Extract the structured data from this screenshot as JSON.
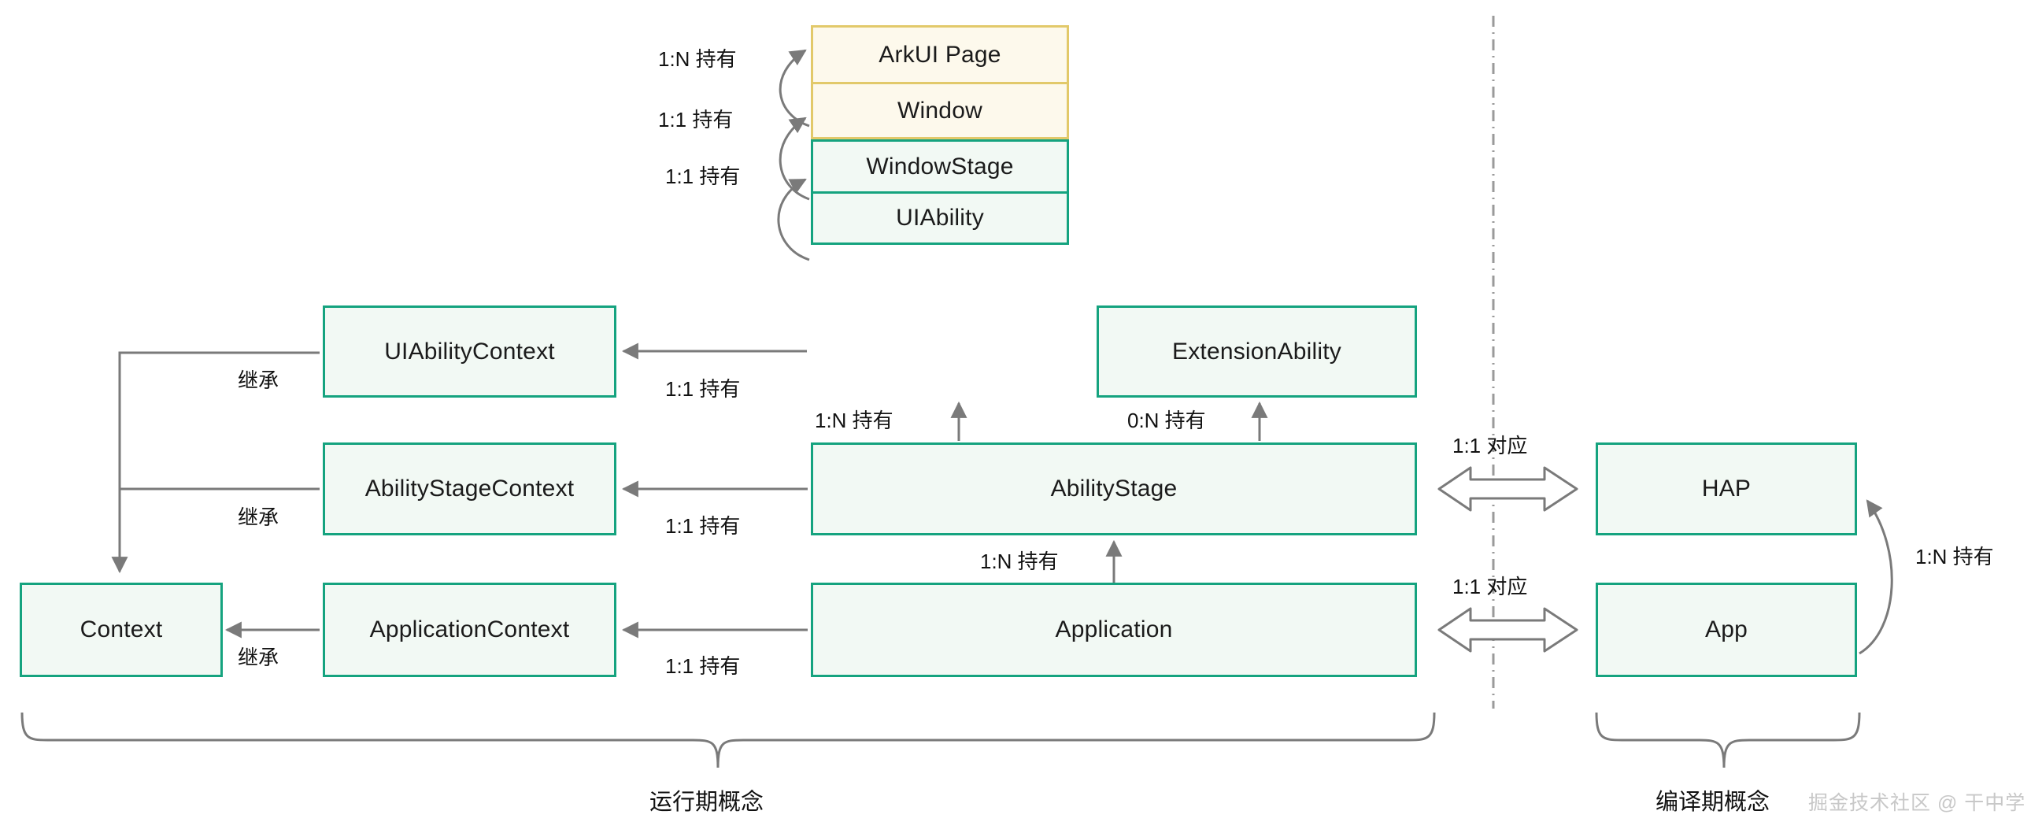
{
  "diagram": {
    "title": "HarmonyOS Stage model: runtime and compile-time concepts",
    "colors": {
      "green_border": "#15A37F",
      "green_fill": "#F2F9F4",
      "cream_border": "#E2C96A",
      "cream_fill": "#FDF9EC",
      "connector": "#7a7a7a",
      "divider": "#9a9a9a",
      "watermark": "#c8c8c8"
    },
    "nodes": {
      "arkui_page": "ArkUI Page",
      "window": "Window",
      "window_stage": "WindowStage",
      "ui_ability": "UIAbility",
      "extension_ability": "ExtensionAbility",
      "ui_ability_context": "UIAbilityContext",
      "ability_stage_context": "AbilityStageContext",
      "application_context": "ApplicationContext",
      "context": "Context",
      "ability_stage": "AbilityStage",
      "application": "Application",
      "hap": "HAP",
      "app": "App"
    },
    "edge_labels": {
      "page_from_window": "1:N 持有",
      "window_from_windowstage": "1:1 持有",
      "windowstage_from_uiability": "1:1 持有",
      "uiabilitycontext_from_uiability": "1:1 持有",
      "uiability_from_abilitystage": "1:N 持有",
      "extensionability_from_abilitystage": "0:N 持有",
      "abilitystagecontext_from_abilitystage": "1:1 持有",
      "abilitystage_from_application": "1:N 持有",
      "applicationcontext_from_application": "1:1 持有",
      "uiabilitycontext_inherits": "继承",
      "abilitystagecontext_inherits": "继承",
      "applicationcontext_inherits": "继承",
      "abilitystage_hap_mapping": "1:1 对应",
      "application_app_mapping": "1:1 对应",
      "hap_from_app": "1:N 持有"
    },
    "sections": {
      "runtime": "运行期概念",
      "compile_time": "编译期概念"
    },
    "watermark": "掘金技术社区 @ 干中学"
  }
}
